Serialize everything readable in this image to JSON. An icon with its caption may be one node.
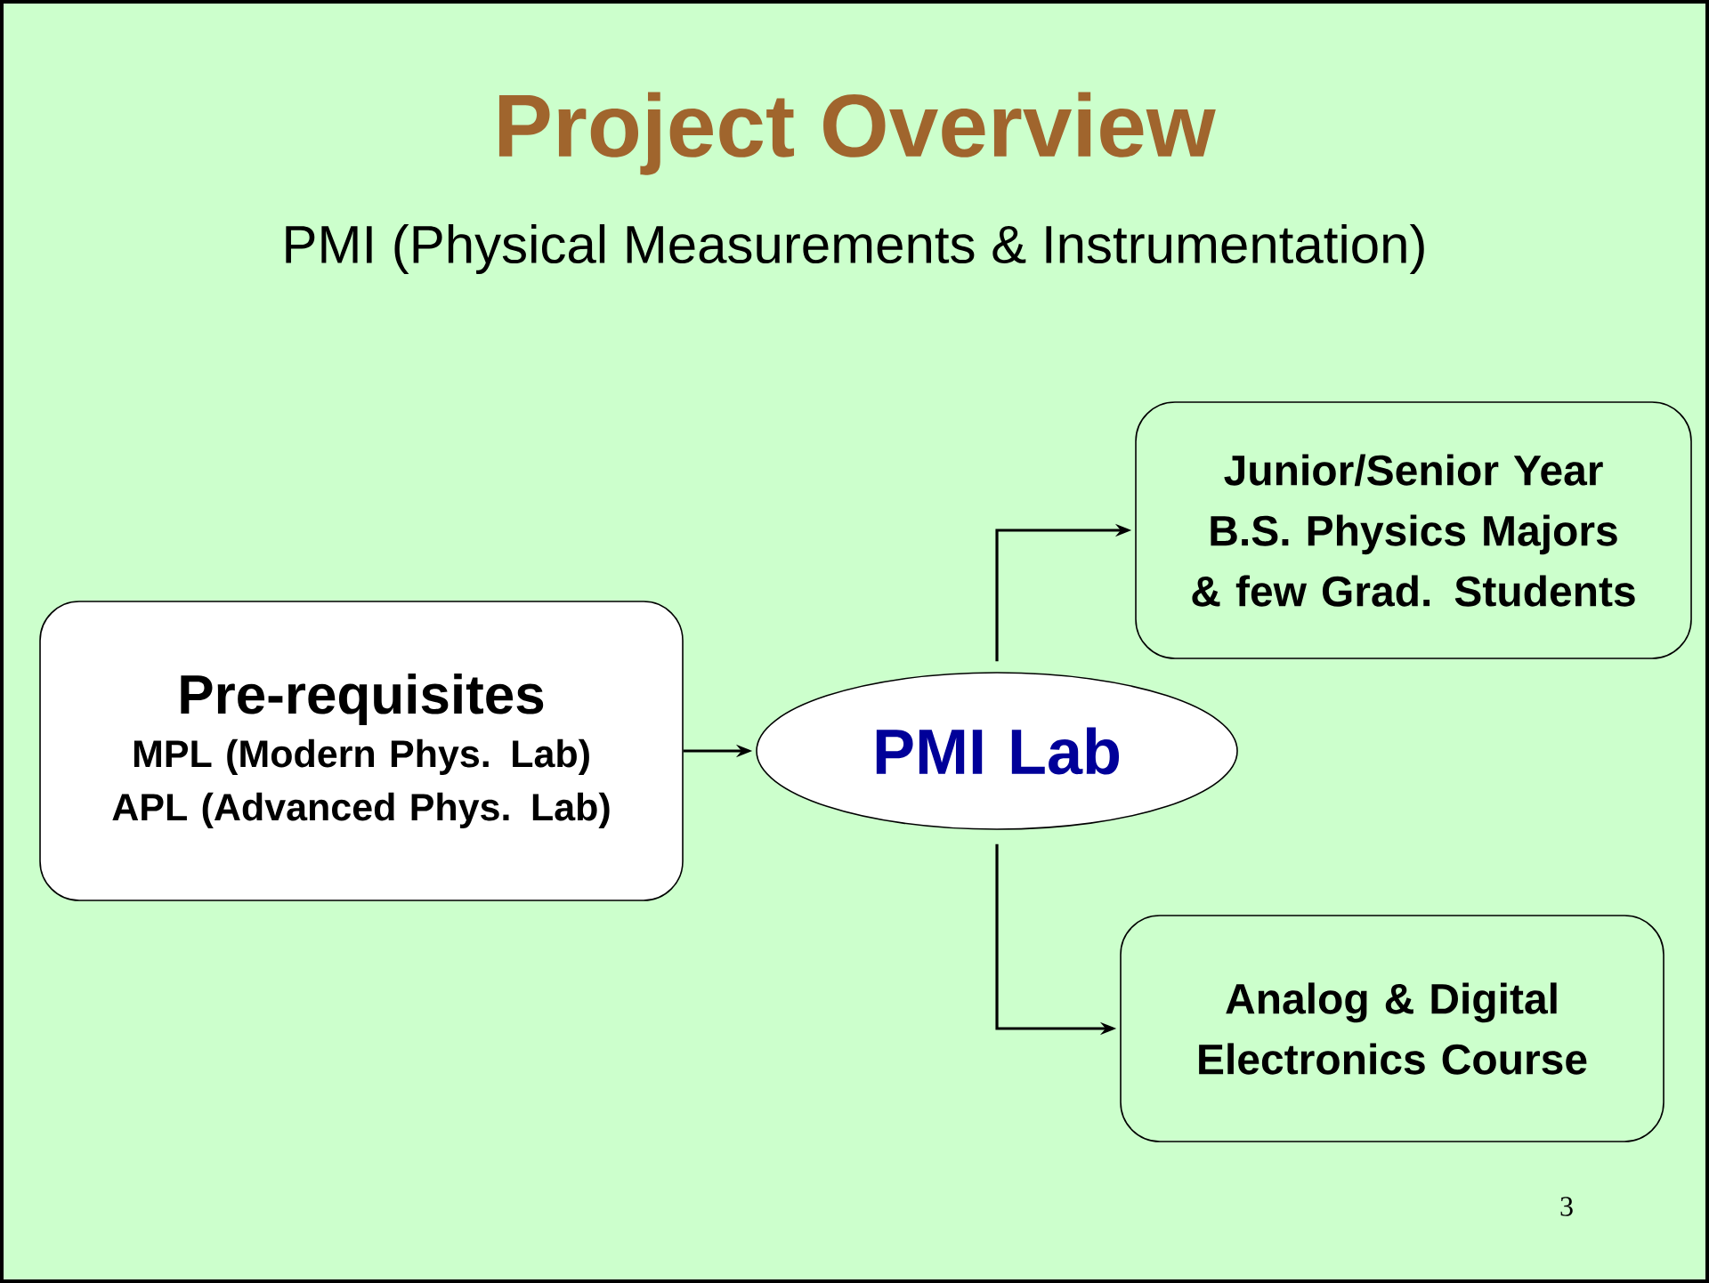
{
  "diagram": {
    "title": "Project Overview",
    "nodes": [
      {
        "text": [
          "Pre-requisites",
          "MPL (Modern Phys. Lab)",
          "APL (Advanced Phys. Lab)"
        ]
      },
      {
        "text": [
          "PMI Lab"
        ]
      },
      {
        "text": [
          "Junior/Senior Year B.S. Physics Majors & few Grad. Students"
        ]
      },
      {
        "text": [
          "Analog & Digital Electronics Course"
        ]
      }
    ],
    "edges": [
      {
        "from": 0,
        "to": 1,
        "arrow": "to"
      },
      {
        "from": 1,
        "to": 2,
        "arrow": "to"
      },
      {
        "from": 1,
        "to": 3,
        "arrow": "to"
      }
    ],
    "labels": [
      "PMI (Physical Measurements & Instrumentation)",
      "3"
    ]
  }
}
